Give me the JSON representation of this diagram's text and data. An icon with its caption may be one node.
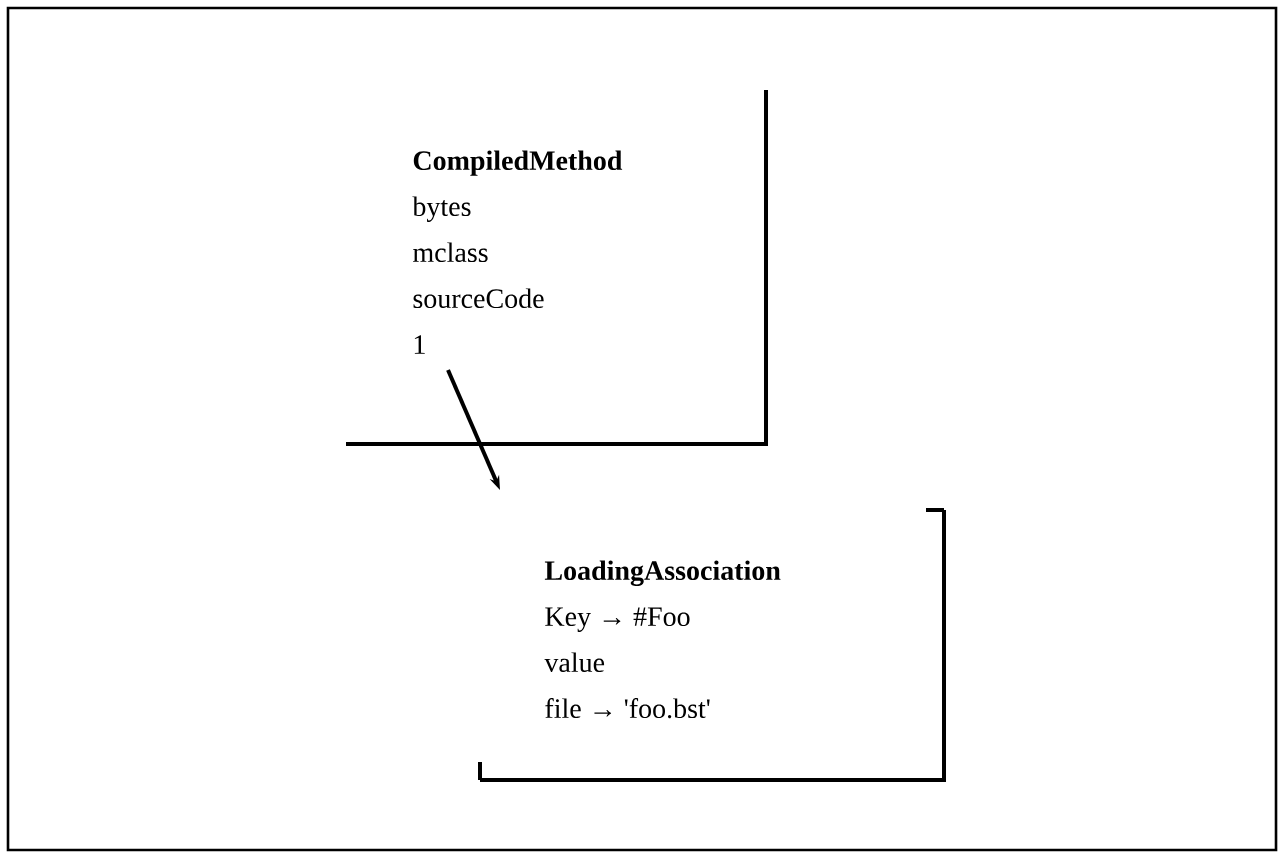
{
  "diagram": {
    "nodes": [
      {
        "text": [
          "CompiledMethod",
          "bytes",
          "mclass",
          "sourceCode",
          "1"
        ]
      },
      {
        "text": [
          "LoadingAssociation",
          "Key → #Foo",
          "value",
          "file → 'foo.bst'"
        ]
      }
    ],
    "edges": [
      {
        "from": 0,
        "to": 1,
        "arrow": "to"
      }
    ]
  }
}
